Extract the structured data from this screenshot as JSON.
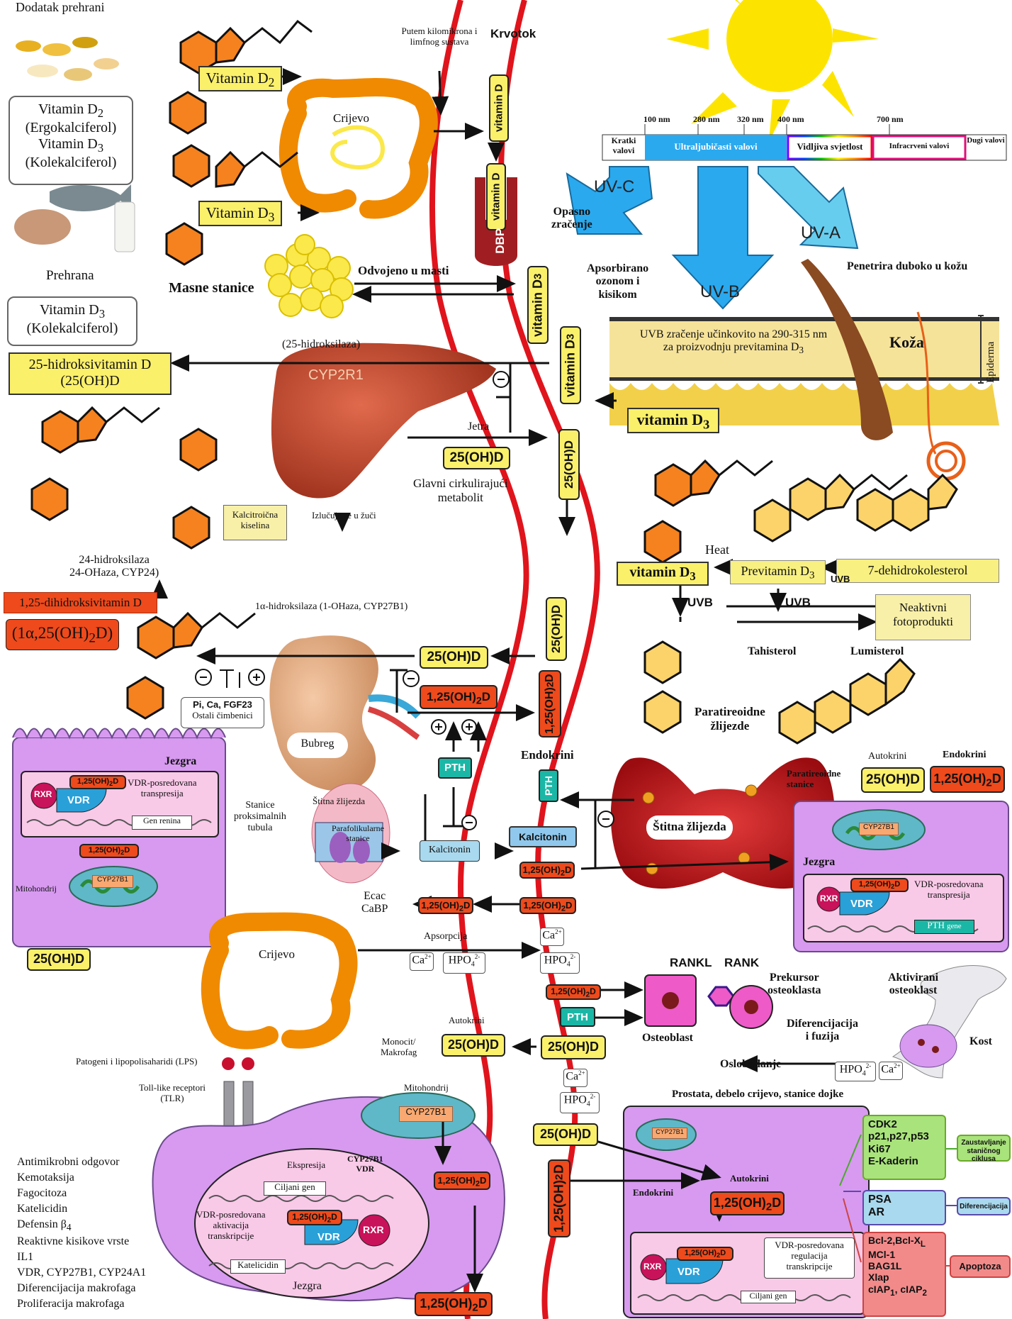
{
  "header": {
    "dietary_supplement": "Dodatak prehrani",
    "bloodstream": "Krvotok",
    "chylomicron_route": [
      "Putem kilomikrona i",
      "limfnog sustava"
    ]
  },
  "diet": {
    "box1_lines": [
      "Vitamin D",
      "(Ergokalciferol)",
      "Vitamin D",
      "(Kolekalciferol)"
    ],
    "box1_subs": [
      "2",
      "",
      "3",
      ""
    ],
    "diet_label": "Prehrana",
    "box2_lines": [
      "Vitamin D",
      "(Kolekalciferol)"
    ],
    "box2_sub": "3",
    "vitamin_d2_tag": "Vitamin D",
    "vitamin_d2_sub": "2",
    "vitamin_d3_tag": "Vitamin D",
    "vitamin_d3_sub": "3"
  },
  "gut": {
    "intestine": "Crijevo",
    "fat_cells": "Masne stanice",
    "stored_in_fat": "Odvojeno u masti",
    "dbp": "DBP",
    "vitamin_d": "vitamin D"
  },
  "spectrum": {
    "nm_labels": [
      "100 nm",
      "280 nm",
      "320 nm",
      "400 nm",
      "700 nm"
    ],
    "segments": [
      "Kratki valovi",
      "Ultraljubičasti valovi",
      "Vidljiva svjetlost",
      "Infracrveni valovi",
      "Dugi valovi"
    ],
    "uvc": "UV-C",
    "uvb": "UV-B",
    "uva": "UV-A",
    "dangerous": [
      "Opasno",
      "zračenje"
    ],
    "absorbed": [
      "Apsorbirano",
      "ozonom i",
      "kisikom"
    ],
    "penetrates": "Penetrira duboko u kožu"
  },
  "skin": {
    "uvb_text": [
      "UVB zračenje učinkovito na 290-315 nm",
      "za proizvodnju previtamina D"
    ],
    "uvb_sub": "3",
    "skin": "Koža",
    "epidermis": "Epiderma",
    "vitamin_d3": "vitamin D",
    "sub3": "3"
  },
  "liver": {
    "hydroxylase": "(25-hidroksilaza)",
    "enzyme": "CYP2R1",
    "product_box": [
      "25-hidroksivitamin D",
      "(25(OH)D"
    ],
    "liver": "Jetra",
    "metabolite_box": "25(OH)D",
    "main_metabolite": [
      "Glavni cirkulirajući",
      "metabolit"
    ],
    "calcitroic": [
      "Kalcitroična",
      "kiselina"
    ],
    "bile": "Izlučuje se u žuči",
    "vitamin_d3_vert": "vitamin D",
    "vitamin_d3_vert_sub": "3",
    "ohd_vert": "25(OH)D",
    "minus": "−"
  },
  "photo": {
    "heat": "Heat",
    "previtamin": "Previtamin D",
    "previtamin_sub": "3",
    "dehydro": "7-dehidrokolesterol",
    "uvb": "UVB",
    "vitamin_d3": "vitamin D",
    "vitamin_d3_sub": "3",
    "inactive": [
      "Neaktivni",
      "fotoprodukti"
    ],
    "tachysterol": "Tahisterol",
    "lumisterol": "Lumisterol"
  },
  "kidney": {
    "hydroxylase24": [
      "24-hidroksilaza",
      "24-OHaza, CYP24)"
    ],
    "calcitriol_name": "1,25-dihidroksivitamin D",
    "calcitriol_formula": "(1α,25(OH)",
    "calcitriol_formula_sub": "2",
    "calcitriol_formula_end": "D)",
    "hydroxylase1a": "1α-hidroksilaza (1-OHaza, CYP27B1)",
    "factors": [
      "Pi, Ca, FGF23",
      "Ostali čimbenici"
    ],
    "kidney": "Bubreg",
    "tubule": [
      "Stanice",
      "proksimalnih",
      "tubula"
    ],
    "ohd": "25(OH)D",
    "calcitriol": "1,25(OH)",
    "calcitriol_sub": "2",
    "calcitriol_end": "D",
    "pth": "PTH",
    "endocrine": "Endokrini"
  },
  "cell_left": {
    "nucleus": "Jezgra",
    "rxr": "RXR",
    "vdr": "VDR",
    "calcitriol": "1,25(OH)",
    "calcitriol_sub": "2",
    "calcitriol_end": "D",
    "transcription": [
      "VDR-posredovana",
      "transpresija"
    ],
    "gene": "Gen renina",
    "mito": "Mitohondrij",
    "cyp": "CYP27B1",
    "ohd": "25(OH)D"
  },
  "thyroid": {
    "thyroid_small": "Štitna žlijezda",
    "parafollicular": [
      "Parafolikularne",
      "stanice"
    ],
    "calcitonin": "Kalcitonin",
    "calcitonin_box": "Kalcitonin",
    "parathyroid": [
      "Paratireoidne",
      "žlijezde"
    ],
    "thyroid_big": "Štitna žlijezda",
    "pth": "PTH",
    "calcitriol": "1,25(OH)",
    "calcitriol_sub": "2",
    "calcitriol_end": "D"
  },
  "parathyroid_cell": {
    "autocrine": "Autokrini",
    "endocrine": "Endokrini",
    "cells": [
      "Paratireoidne",
      "stanice"
    ],
    "ohd": "25(OH)D",
    "calcitriol": "1,25(OH)",
    "calcitriol_sub": "2",
    "calcitriol_end": "D",
    "cyp": "CYP27B1",
    "nucleus": "Jezgra",
    "rxr": "RXR",
    "vdr": "VDR",
    "transcription": [
      "VDR-posredovana",
      "transpresija"
    ],
    "gene": "PTH",
    "gene_suffix": "gene"
  },
  "intestine2": {
    "ecac": [
      "Ecac",
      "CaBP"
    ],
    "absorption": "Apsorpcija",
    "intestine": "Crijevo",
    "ca": "Ca",
    "ca_sup": "2+",
    "hpo": "HPO",
    "hpo_sub": "4",
    "hpo_sup": "2-"
  },
  "bone": {
    "rankl": "RANKL",
    "rank": "RANK",
    "precursor": [
      "Prekursor",
      "osteoklasta"
    ],
    "activated": [
      "Aktivirani",
      "osteoklast"
    ],
    "osteoblast": "Osteoblast",
    "differentiation": [
      "Diferencijacija",
      "i fuzija"
    ],
    "bone": "Kost",
    "release": "Oslobađanje",
    "pth": "PTH"
  },
  "macrophage": {
    "autocrine": "Autokrini",
    "monocyte": [
      "Monocit/",
      "Makrofag"
    ],
    "pathogens": "Patogeni i lipopolisaharidi (LPS)",
    "tlr": [
      "Toll-like receptori",
      "(TLR)"
    ],
    "mito": "Mitohondrij",
    "cyp": "CYP27B1",
    "expression": "Ekspresija",
    "cyp_vdr": [
      "CYP27B1",
      "VDR"
    ],
    "target_gene": "Ciljani gen",
    "activation": [
      "VDR-posredovana",
      "aktivacija",
      "transkripcije"
    ],
    "cathelicidin_gene": "Katelicidin",
    "nucleus": "Jezgra",
    "rxr": "RXR",
    "vdr": "VDR",
    "responses": [
      "Antimikrobni odgovor",
      "Kemotaksija",
      "Fagocitoza",
      "Katelicidin",
      "Defensin β",
      "Reaktivne kisikove vrste",
      "IL1",
      "VDR, CYP27B1, CYP24A1",
      "Diferencijacija makrofaga",
      "Proliferacija makrofaga"
    ],
    "defensin_sub": "4"
  },
  "prostate": {
    "title": "Prostata, debelo crijevo, stanice dojke",
    "cyp": "CYP27B1",
    "autocrine": "Autokrini",
    "endocrine": "Endokrini",
    "calcitriol": "1,25(OH)",
    "calcitriol_sub": "2",
    "calcitriol_end": "D",
    "rxr": "RXR",
    "vdr": "VDR",
    "regulation": [
      "VDR-posredovana",
      "regulacija",
      "transkripcije"
    ],
    "target_gene": "Ciljani gen",
    "cycle_genes": [
      "CDK2",
      "p21,p27,p53",
      "Ki67",
      "E-Kaderin"
    ],
    "cycle_label": [
      "Zaustavljanje",
      "staničnog ciklusa"
    ],
    "diff_genes": [
      "PSA",
      "AR"
    ],
    "diff_label": "Diferencijacija",
    "apop_genes": [
      "Bcl-2,Bcl-X",
      "MCl-1",
      "BAG1L",
      "Xlap",
      "cIAP",
      "cIAP"
    ],
    "apop_label": "Apoptoza",
    "ohd": "25(OH)D"
  },
  "colors": {
    "sun": "#fde400",
    "blood": "#e0141c",
    "fat": "#fbe84a",
    "yellow_box": "#fbf06a",
    "red_box": "#ee4a1c",
    "cell": "#d79af0",
    "teal": "#1bb7a6",
    "uv": "#2aa9ef"
  }
}
